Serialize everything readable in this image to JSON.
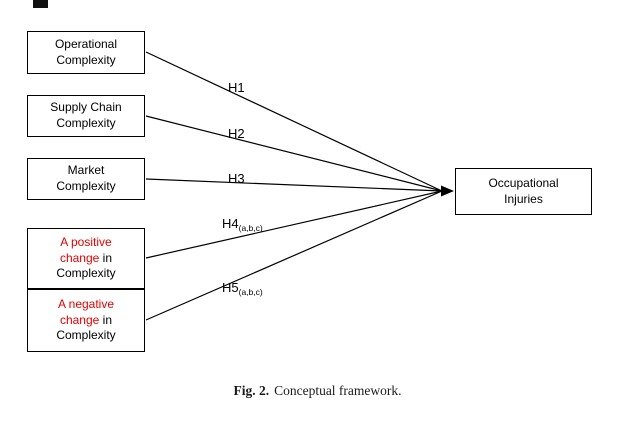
{
  "diagram": {
    "nodes": {
      "operational": {
        "label": "Operational Complexity"
      },
      "supply": {
        "label": "Supply Chain Complexity"
      },
      "market": {
        "label": "Market Complexity"
      },
      "positive": {
        "red_line1": "A positive",
        "red_line2": "change",
        "black_line2": " in",
        "black_line3": "Complexity"
      },
      "negative": {
        "red_line1": "A negative",
        "red_line2": "change",
        "black_line2": " in",
        "black_line3": "Complexity"
      },
      "outcome": {
        "label": "Occupational Injuries"
      }
    },
    "edges": [
      {
        "label": "H1",
        "sub": ""
      },
      {
        "label": "H2",
        "sub": ""
      },
      {
        "label": "H3",
        "sub": ""
      },
      {
        "label": "H4",
        "sub": "(a,b,c)"
      },
      {
        "label": "H5",
        "sub": "(a,b,c)"
      }
    ],
    "caption": {
      "label": "Fig. 2.",
      "text": "Conceptual framework."
    }
  },
  "colors": {
    "red_text": "#e60000",
    "line": "#000000"
  }
}
